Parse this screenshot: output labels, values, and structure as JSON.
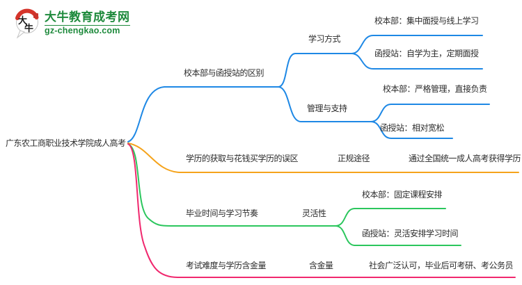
{
  "logo": {
    "title": "大牛教育成考网",
    "subtitle": "gz-chengkao.com",
    "icon_chars": [
      "大",
      "牛"
    ],
    "brand_green": "#1e8a3c",
    "brand_red": "#d5352b"
  },
  "mindmap": {
    "root": {
      "label": "广东农工商职业技术学院成人高考"
    },
    "branches": [
      {
        "label": "校本部与函授站的区别",
        "color": "#1e88e5",
        "children": [
          {
            "label": "学习方式",
            "leaves": [
              "校本部：集中面授与线上学习",
              "函授站：自学为主，定期面授"
            ]
          },
          {
            "label": "管理与支持",
            "leaves": [
              "校本部：严格管理，直接负责",
              "函授站：相对宽松"
            ]
          }
        ]
      },
      {
        "label": "学历的获取与花钱买学历的误区",
        "color": "#f5a31b",
        "children": [
          {
            "label": "正规途径",
            "leaves": [
              "通过全国统一成人高考获得学历"
            ]
          }
        ]
      },
      {
        "label": "毕业时间与学习节奏",
        "color": "#2bc65d",
        "children": [
          {
            "label": "灵活性",
            "leaves": [
              "校本部：固定课程安排",
              "函授站：灵活安排学习时间"
            ]
          }
        ]
      },
      {
        "label": "考试难度与学历含金量",
        "color": "#f0286e",
        "children": [
          {
            "label": "含金量",
            "leaves": [
              "社会广泛认可，毕业后可考研、考公务员"
            ]
          }
        ]
      }
    ]
  }
}
